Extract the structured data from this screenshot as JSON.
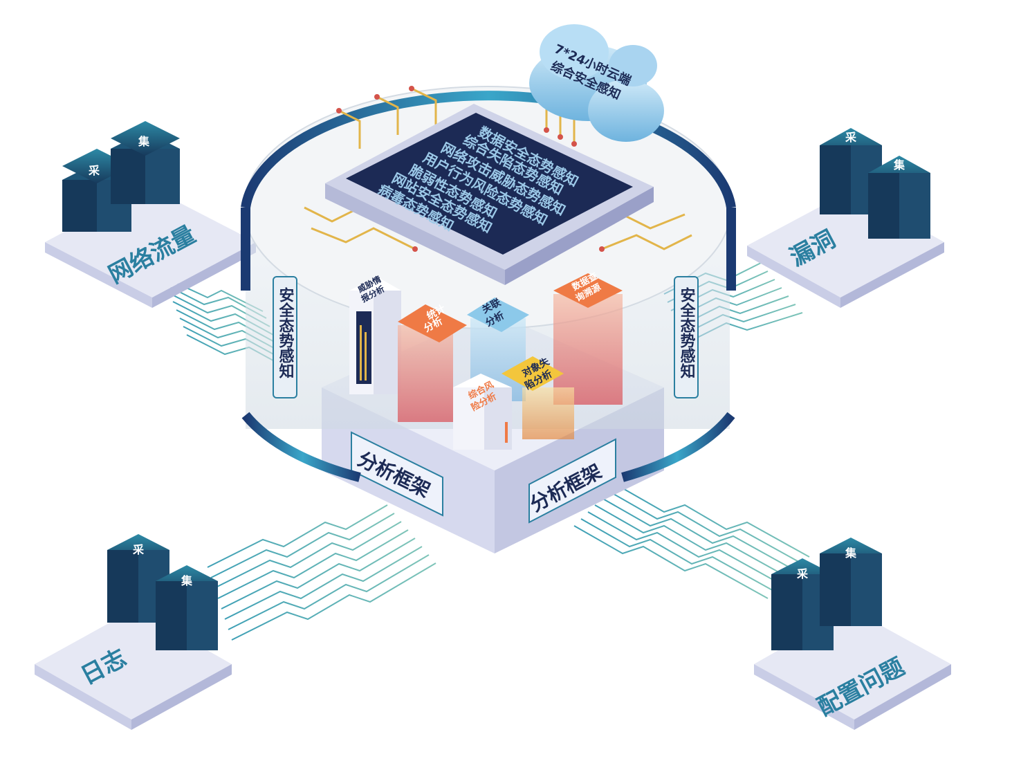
{
  "cloud": {
    "line1": "7*24小时云端",
    "line2": "综合安全感知"
  },
  "screen_lines": [
    "数据安全态势感知",
    "综合失陷态势感知",
    "网络攻击威胁态势感知",
    "用户行为风险态势感知",
    "脆弱性态势感知",
    "网站安全态势感知",
    "病毒态势感知"
  ],
  "ring_label_left": "安全态势感知",
  "ring_label_right": "安全态势感知",
  "base_label_left": "分析框架",
  "base_label_right": "分析框架",
  "modules": {
    "threat_intel": {
      "line1": "威胁情",
      "line2": "报分析"
    },
    "stats": {
      "line1": "统计",
      "line2": "分析"
    },
    "correlation": {
      "line1": "关联",
      "line2": "分析"
    },
    "data_query": {
      "line1": "数据查",
      "line2": "询溯源"
    },
    "object_compromise": {
      "line1": "对象失",
      "line2": "陷分析"
    },
    "composite_risk": {
      "line1": "综合风",
      "line2": "险分析"
    }
  },
  "server_tag_collect": "采",
  "server_tag_gather": "集",
  "sources": {
    "top_left": "网络流量",
    "top_right": "漏洞",
    "bottom_left": "日志",
    "bottom_right": "配置问题"
  },
  "colors": {
    "navy": "#1c2a55",
    "teal": "#2a7fa0",
    "ring_blue": "#2b5f9a",
    "gold": "#e2b54a",
    "orange": "#ef7a45",
    "sky": "#8cc9ea",
    "yellow": "#f3c63c",
    "platform": "#e9ebf6"
  }
}
